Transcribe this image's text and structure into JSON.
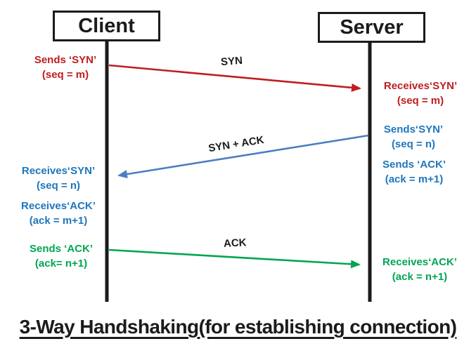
{
  "title": {
    "text": "3-Way Handshaking(for establishing connection)"
  },
  "actors": {
    "client": "Client",
    "server": "Server"
  },
  "colors": {
    "ink": "#1b1b1b",
    "red": "#c01d1f",
    "blue-arrow": "#4d7ebf",
    "blue-text": "#1f76bc",
    "green": "#00a651"
  },
  "messages": [
    {
      "label": "SYN",
      "from": "client",
      "to": "server",
      "color": "#c01d1f",
      "client_notes": [
        [
          "Sends ‘SYN’",
          "(seq = m)"
        ]
      ],
      "server_notes": [
        [
          "Receives‘SYN’",
          "(seq = m)"
        ]
      ]
    },
    {
      "label": "SYN + ACK",
      "from": "server",
      "to": "client",
      "arrow_color": "#4d7ebf",
      "text_color": "#1f76bc",
      "server_notes": [
        [
          "Sends‘SYN’",
          "(seq = n)"
        ],
        [
          "Sends ‘ACK’",
          "(ack = m+1)"
        ]
      ],
      "client_notes": [
        [
          "Receives‘SYN’",
          "(seq = n)"
        ],
        [
          "Receives‘ACK’",
          "(ack = m+1)"
        ]
      ]
    },
    {
      "label": "ACK",
      "from": "client",
      "to": "server",
      "color": "#00a651",
      "client_notes": [
        [
          "Sends ‘ACK’",
          "(ack= n+1)"
        ]
      ],
      "server_notes": [
        [
          "Receives‘ACK’",
          "(ack = n+1)"
        ]
      ]
    }
  ]
}
